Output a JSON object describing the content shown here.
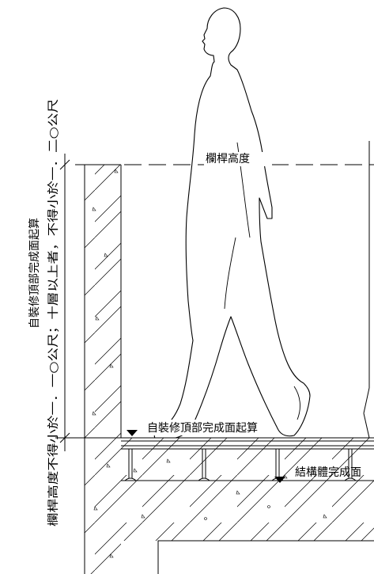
{
  "labels": {
    "railing_height": "欄桿高度",
    "finish_level_top": "自裝修頂部完成面起算",
    "structure_level": "結構體完成面",
    "vertical_note_line1": "自裝修頂部完成面起算",
    "vertical_note_line2": "欄桿高度不得小於一．一○公尺；十層以上者，不得小於一．二○公尺"
  },
  "colors": {
    "line": "#000000",
    "background": "#ffffff"
  }
}
